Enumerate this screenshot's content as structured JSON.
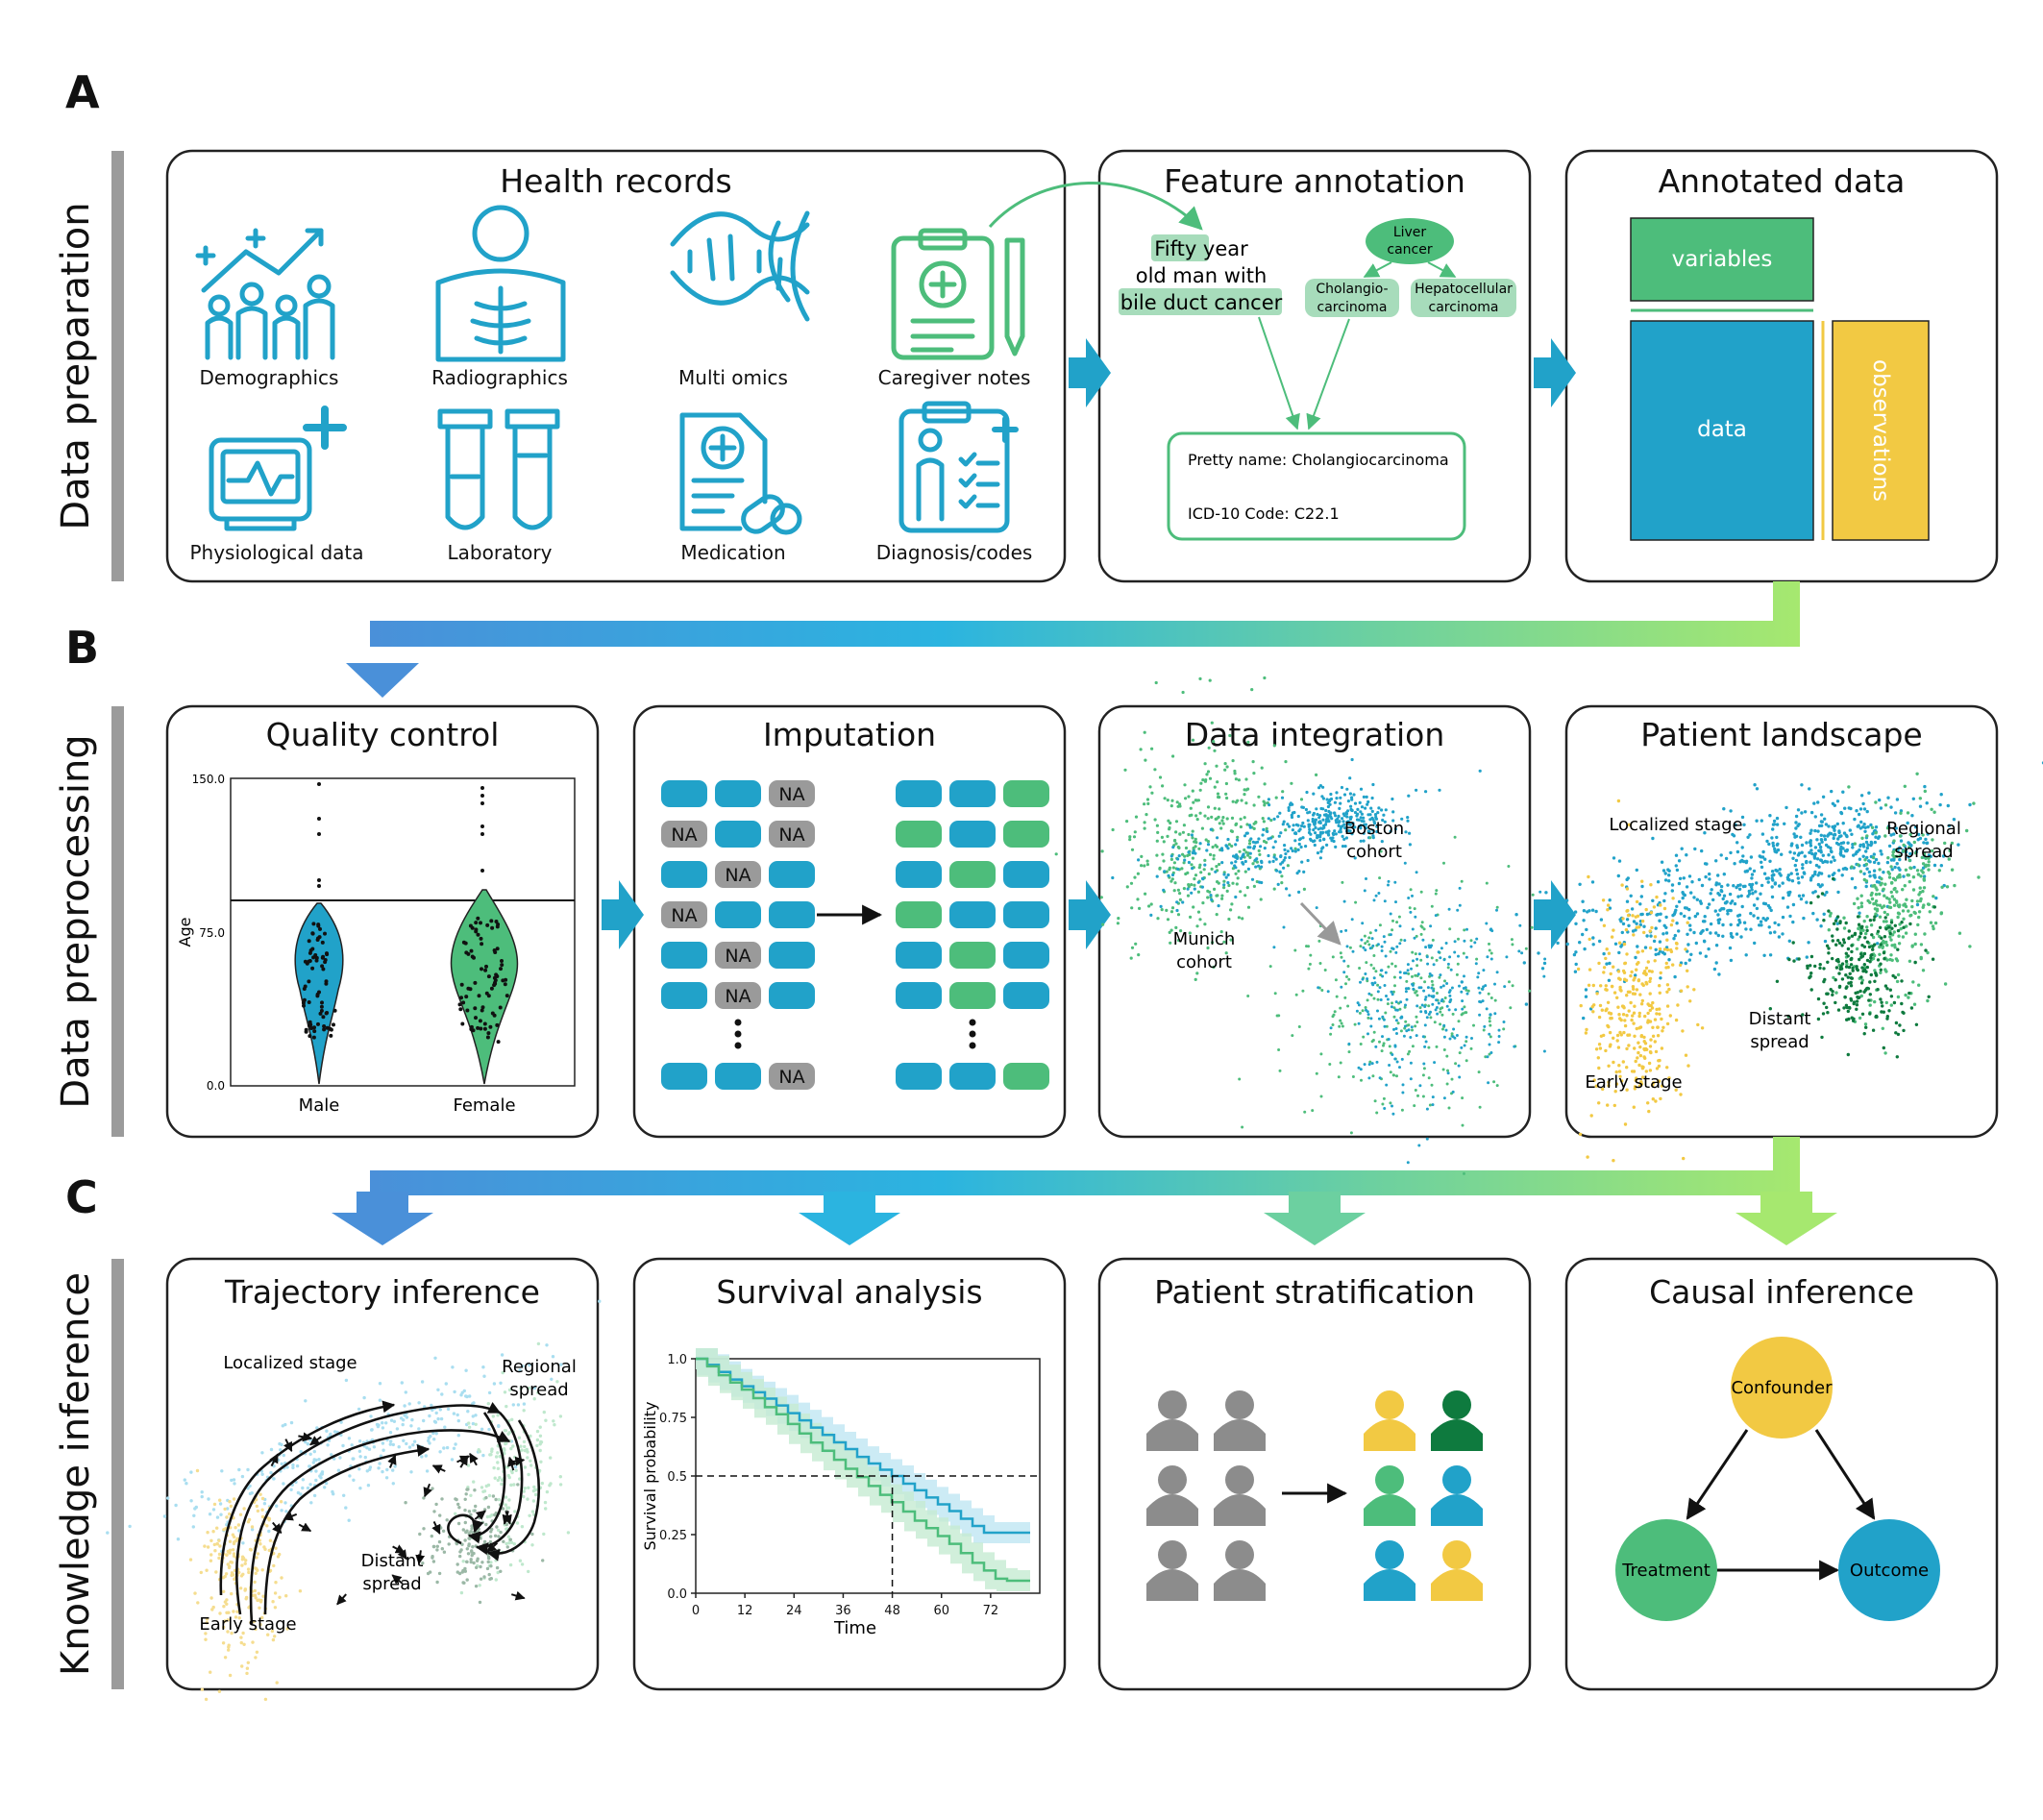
{
  "letters": {
    "a": "A",
    "b": "B",
    "c": "C"
  },
  "sections": {
    "data_preparation": "Data preparation",
    "data_preprocessing": "Data preprocessing",
    "knowledge_inference": "Knowledge inference"
  },
  "health_records": {
    "title": "Health records",
    "items": [
      "Demographics",
      "Radiographics",
      "Multi omics",
      "Caregiver notes",
      "Physiological data",
      "Laboratory",
      "Medication",
      "Diagnosis/codes"
    ]
  },
  "feature_annotation": {
    "title": "Feature annotation",
    "note_lines": [
      "Fifty year",
      "old man with",
      "bile duct cancer"
    ],
    "tree_root_lines": [
      "Liver",
      "cancer"
    ],
    "tree_left_lines": [
      "Cholangio-",
      "carcinoma"
    ],
    "tree_right_lines": [
      "Hepatocellular",
      "carcinoma"
    ],
    "pretty_name": "Pretty name:  Cholangiocarcinoma",
    "icd_code": "ICD-10 Code:  C22.1"
  },
  "annotated_data": {
    "title": "Annotated data",
    "variables": "variables",
    "data": "data",
    "observations": "observations"
  },
  "quality_control": {
    "title": "Quality control",
    "ylabel": "Age",
    "yticks": [
      "150.0",
      "75.0",
      "0.0"
    ],
    "categories": [
      "Male",
      "Female"
    ]
  },
  "imputation": {
    "title": "Imputation",
    "na": "NA"
  },
  "data_integration": {
    "title": "Data integration",
    "boston": [
      "Boston",
      "cohort"
    ],
    "munich": [
      "Munich",
      "cohort"
    ]
  },
  "patient_landscape": {
    "title": "Patient landscape",
    "localized": "Localized stage",
    "regional": [
      "Regional",
      "spread"
    ],
    "distant": [
      "Distant",
      "spread"
    ],
    "early": "Early stage"
  },
  "trajectory": {
    "title": "Trajectory inference",
    "localized": "Localized stage",
    "regional": [
      "Regional",
      "spread"
    ],
    "distant": [
      "Distant",
      "spread"
    ],
    "early": "Early stage"
  },
  "survival": {
    "title": "Survival analysis",
    "ylabel": "Survival probability",
    "xlabel": "Time",
    "yticks": [
      "1.0",
      "0.75",
      "0.5",
      "0.25",
      "0.0"
    ],
    "xticks": [
      "0",
      "12",
      "24",
      "36",
      "48",
      "60",
      "72"
    ]
  },
  "stratification": {
    "title": "Patient stratification"
  },
  "causal": {
    "title": "Causal inference",
    "confounder": "Confounder",
    "treatment": "Treatment",
    "outcome": "Outcome"
  },
  "colors": {
    "blue": "#21a2c9",
    "green": "#4dbd7b",
    "dark_green": "#0e7a3e",
    "yellow": "#f2c943",
    "gray": "#8c8c8c",
    "light_green": "#a7dcbb"
  }
}
